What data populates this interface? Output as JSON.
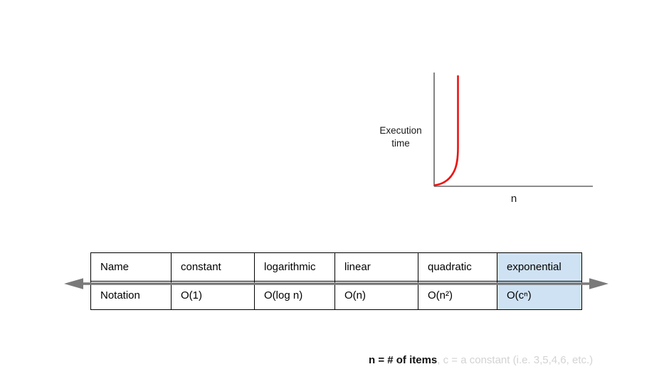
{
  "graph": {
    "ylabel_lines": [
      "Execution",
      "time"
    ],
    "xlabel": "n",
    "curve_color": "#ee1111",
    "axis_color": "#666666"
  },
  "arrow": {
    "color": "#7a7a7a"
  },
  "table": {
    "highlight_color": "#cfe2f3",
    "rows": [
      [
        "Name",
        "constant",
        "logarithmic",
        "linear",
        "quadratic",
        "exponential"
      ],
      [
        "Notation",
        "O(1)",
        "O(log n)",
        "O(n)",
        "O(n²)",
        "O(cⁿ)"
      ]
    ]
  },
  "footnote": {
    "emphasis": "n = # of items",
    "muted": ", c = a constant (i.e. 3,5,4,6, etc.)",
    "muted_color": "#d3d3d3"
  }
}
